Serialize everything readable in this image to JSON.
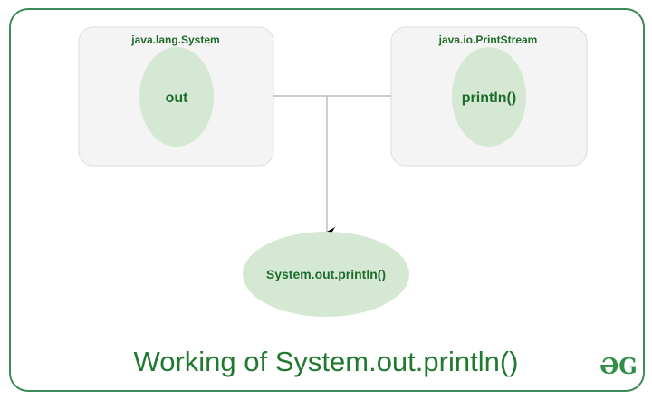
{
  "colors": {
    "border": "#3d8a5a",
    "box_fill": "#f4f4f4",
    "box_stroke": "#dcdcdc",
    "node_fill": "#d5e8d4",
    "text": "#1f6b2a",
    "connector": "#bdbdbd",
    "arrow": "#000000"
  },
  "boxes": [
    {
      "title": "java.lang.System",
      "node": "out"
    },
    {
      "title": "java.io.PrintStream",
      "node": "println()"
    }
  ],
  "result_node": "System.out.println()",
  "caption": "Working of System.out.println()",
  "logo": {
    "text": "ƏG",
    "icon": "geeksforgeeks-logo"
  }
}
